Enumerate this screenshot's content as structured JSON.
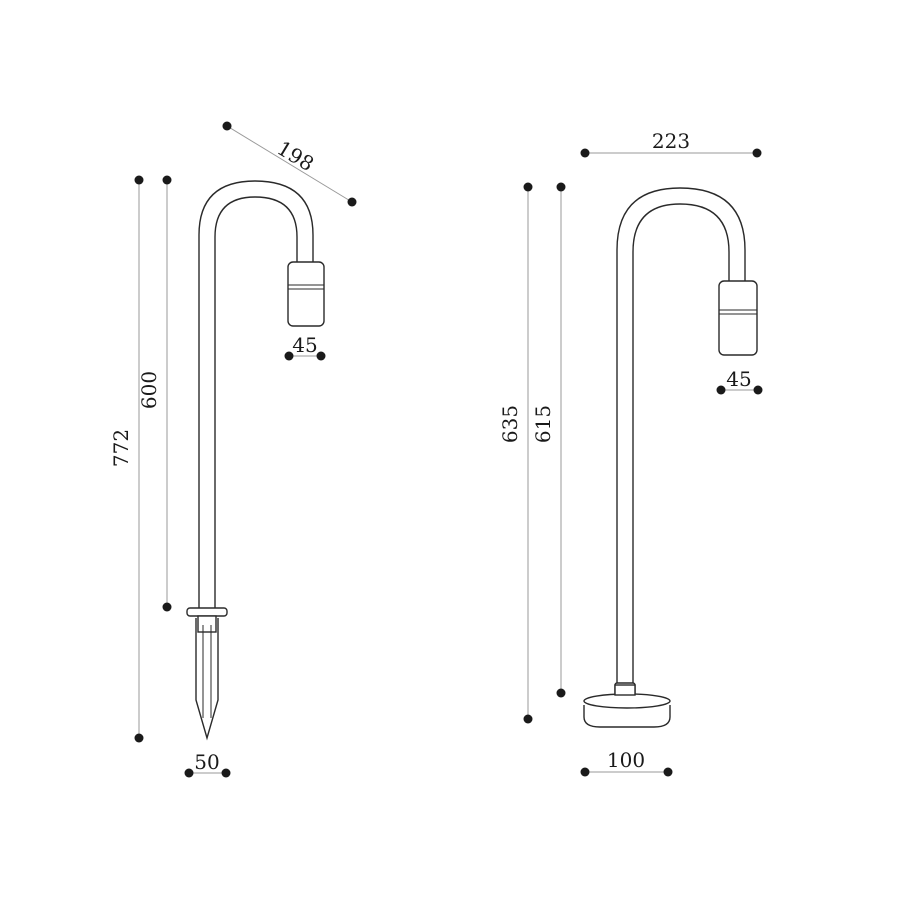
{
  "drawings": [
    {
      "name": "spike-variant",
      "dimensions": {
        "reach": "198",
        "total_height": "772",
        "above_ground_height": "600",
        "socket_diameter": "45",
        "spike_width": "50"
      }
    },
    {
      "name": "base-variant",
      "dimensions": {
        "reach": "223",
        "total_height": "635",
        "pole_height": "615",
        "socket_diameter": "45",
        "base_diameter": "100"
      }
    }
  ],
  "colors": {
    "line": "#2a2a2a",
    "dimension_line": "#9a9a9a",
    "dot": "#1a1a1a",
    "background": "#ffffff"
  }
}
